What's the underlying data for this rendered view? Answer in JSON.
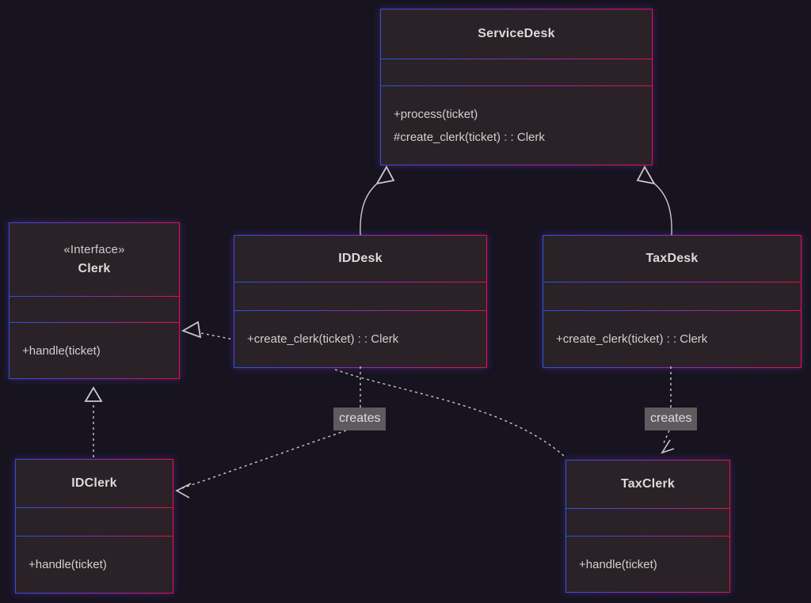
{
  "diagram_type": "uml-class-diagram",
  "classes": {
    "servicedesk": {
      "name": "ServiceDesk",
      "methods": [
        "+process(ticket)",
        "#create_clerk(ticket) : : Clerk"
      ]
    },
    "clerk": {
      "stereotype": "«Interface»",
      "name": "Clerk",
      "methods": [
        "+handle(ticket)"
      ]
    },
    "iddesk": {
      "name": "IDDesk",
      "methods": [
        "+create_clerk(ticket) : : Clerk"
      ]
    },
    "taxdesk": {
      "name": "TaxDesk",
      "methods": [
        "+create_clerk(ticket) : : Clerk"
      ]
    },
    "idclerk": {
      "name": "IDClerk",
      "methods": [
        "+handle(ticket)"
      ]
    },
    "taxclerk": {
      "name": "TaxClerk",
      "methods": [
        "+handle(ticket)"
      ]
    }
  },
  "edge_labels": {
    "iddesk_creates": "creates",
    "taxdesk_creates": "creates"
  },
  "relationships": [
    {
      "from": "IDDesk",
      "to": "ServiceDesk",
      "type": "inheritance"
    },
    {
      "from": "TaxDesk",
      "to": "ServiceDesk",
      "type": "inheritance"
    },
    {
      "from": "IDClerk",
      "to": "Clerk",
      "type": "realization"
    },
    {
      "from": "TaxClerk",
      "to": "Clerk",
      "type": "realization"
    },
    {
      "from": "IDDesk",
      "to": "IDClerk",
      "type": "dependency",
      "label": "creates"
    },
    {
      "from": "TaxDesk",
      "to": "TaxClerk",
      "type": "dependency",
      "label": "creates"
    }
  ],
  "colors": {
    "background": "#171420",
    "box_fill": "#2a2226",
    "border_blue": "#2456e0",
    "border_purple": "#8b2cb8",
    "border_red": "#e60f4a",
    "edge": "#cbc8cb",
    "label_bg": "#5d5b5d",
    "text": "#d2cfd0"
  }
}
